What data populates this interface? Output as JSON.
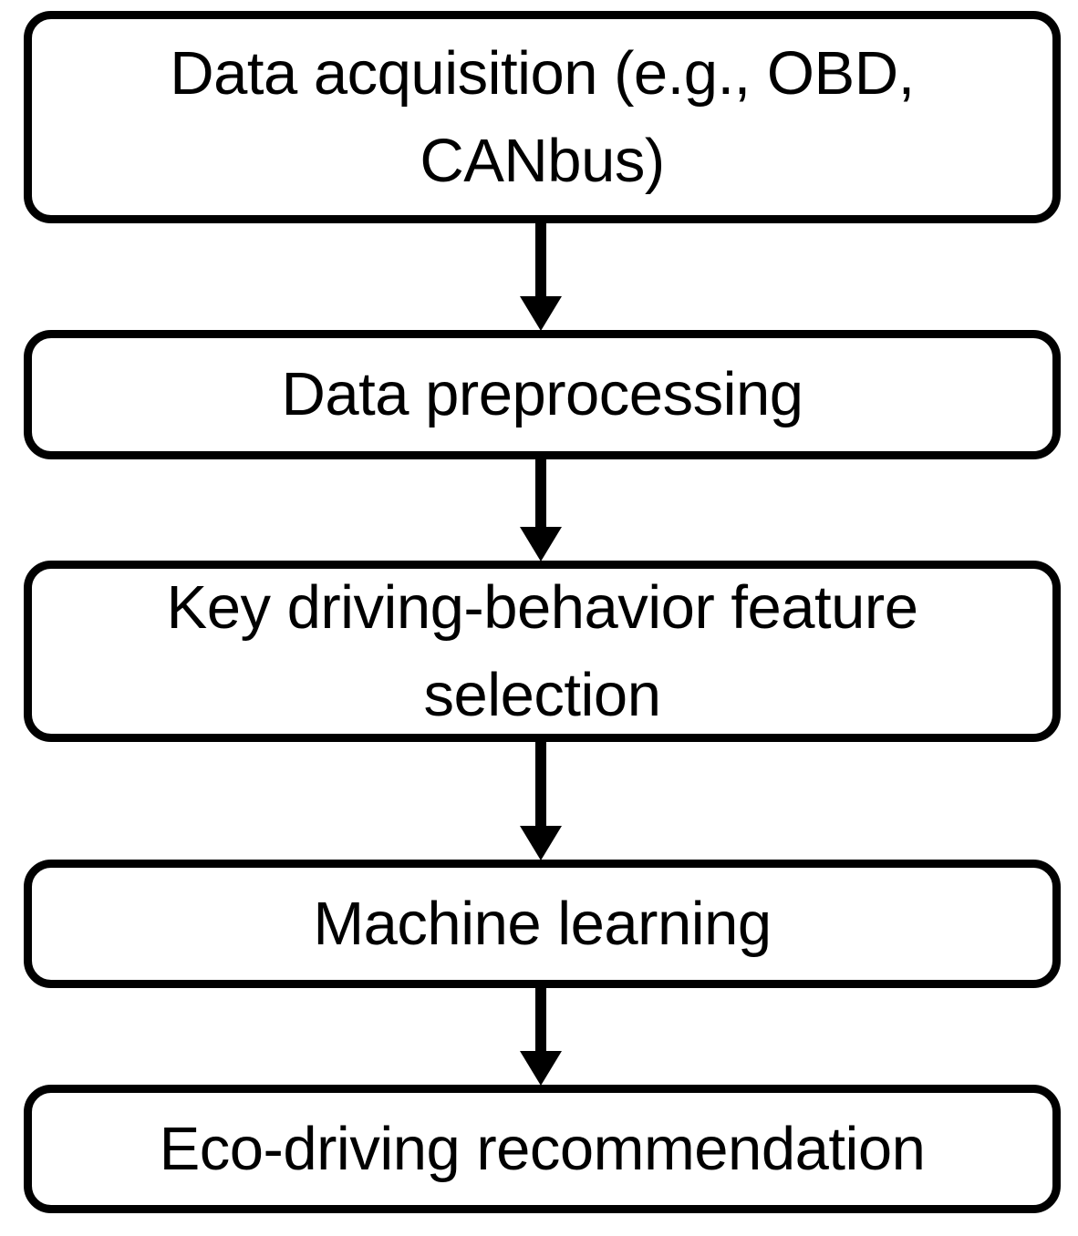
{
  "diagram": {
    "type": "flowchart",
    "orientation": "vertical-top-to-bottom",
    "background_color": "#ffffff",
    "stroke_color": "#000000",
    "text_color": "#000000",
    "nodes": [
      {
        "id": "data-acquisition",
        "label": "Data acquisition (e.g., OBD,\nCANbus)",
        "shape": "rounded-rectangle",
        "lines": 2
      },
      {
        "id": "data-preprocessing",
        "label": "Data preprocessing",
        "shape": "rounded-rectangle",
        "lines": 1
      },
      {
        "id": "feature-selection",
        "label": "Key driving-behavior feature\nselection",
        "shape": "rounded-rectangle",
        "lines": 2
      },
      {
        "id": "machine-learning",
        "label": "Machine learning",
        "shape": "rounded-rectangle",
        "lines": 1
      },
      {
        "id": "eco-driving-recommendation",
        "label": "Eco-driving recommendation",
        "shape": "rounded-rectangle",
        "lines": 1
      }
    ],
    "edges": [
      {
        "id": "edge-acquisition-to-preprocessing",
        "from": "data-acquisition",
        "to": "data-preprocessing",
        "arrow": "down-arrow"
      },
      {
        "id": "edge-preprocessing-to-feature-selection",
        "from": "data-preprocessing",
        "to": "feature-selection",
        "arrow": "down-arrow"
      },
      {
        "id": "edge-feature-selection-to-machine-learning",
        "from": "feature-selection",
        "to": "machine-learning",
        "arrow": "down-arrow"
      },
      {
        "id": "edge-machine-learning-to-recommendation",
        "from": "machine-learning",
        "to": "eco-driving-recommendation",
        "arrow": "down-arrow"
      }
    ]
  }
}
